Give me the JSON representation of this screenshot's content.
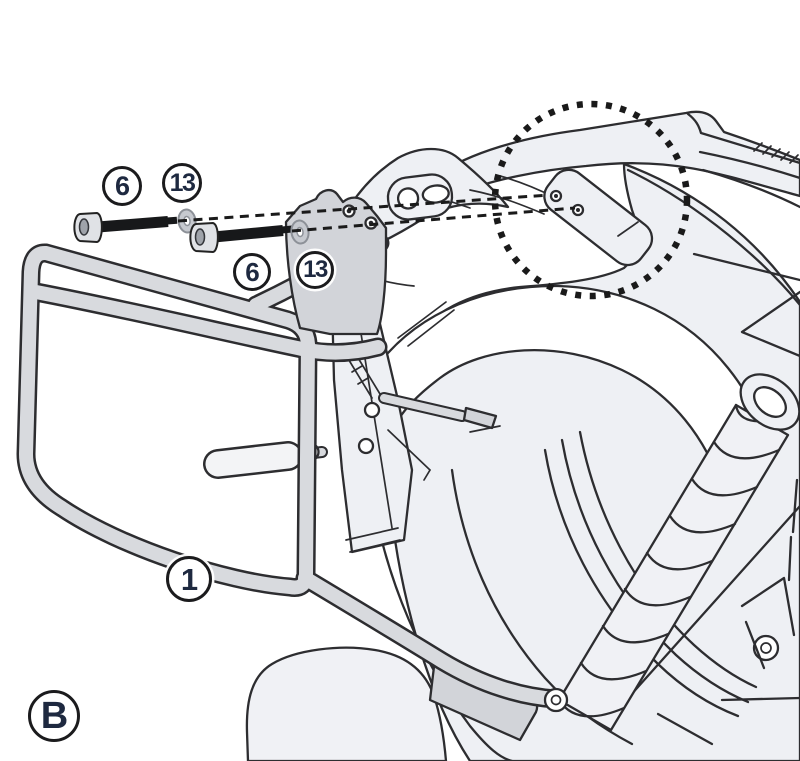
{
  "figure": {
    "step_label": "B",
    "callouts": [
      {
        "id": "bolt-callout-top",
        "label": "6"
      },
      {
        "id": "washer-callout-top",
        "label": "13"
      },
      {
        "id": "bolt-callout-lower",
        "label": "6"
      },
      {
        "id": "washer-callout-lower",
        "label": "13"
      },
      {
        "id": "rack-callout",
        "label": "1"
      }
    ]
  },
  "colors": {
    "background": "#ffffff",
    "outline": "#2d2d30",
    "panel_fill": "#eef0f4",
    "rack_fill": "#d8dade",
    "plate_fill": "#d2d4d9",
    "washer_fill": "#c6c9cf",
    "bolt_fill": "#17181a",
    "label_text": "#1e2940",
    "callout_border": "#1b1b1d",
    "highlight_dots": "#1a1a1a"
  }
}
